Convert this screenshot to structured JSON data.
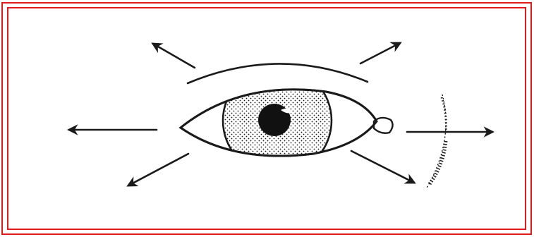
{
  "diagram": {
    "subject": "eye-with-radiating-arrows",
    "colors": {
      "frame": "#e11b1b",
      "ink": "#1a1a1a",
      "background": "#ffffff"
    },
    "icons": [
      "eye-icon",
      "arrow-icon",
      "eyebrow-arc",
      "eyelid-fold"
    ]
  }
}
